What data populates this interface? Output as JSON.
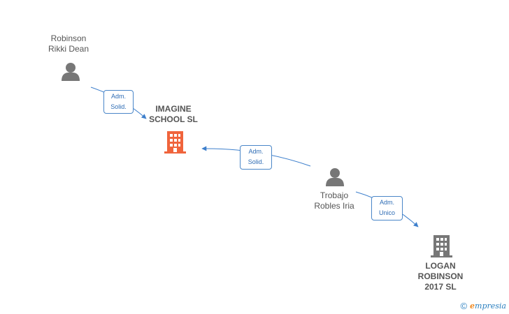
{
  "nodes": {
    "robinson": {
      "name": "Robinson\nRikki Dean",
      "type": "person"
    },
    "imagine": {
      "name": "IMAGINE\nSCHOOL  SL",
      "type": "company",
      "highlight": true
    },
    "trobajo": {
      "name": "Trobajo\nRobles Iria",
      "type": "person"
    },
    "logan": {
      "name": "LOGAN\nROBINSON\n2017  SL",
      "type": "company"
    }
  },
  "edges": [
    {
      "from": "robinson",
      "to": "imagine",
      "label_line1": "Adm.",
      "label_line2": "Solid."
    },
    {
      "from": "trobajo",
      "to": "imagine",
      "label_line1": "Adm.",
      "label_line2": "Solid."
    },
    {
      "from": "trobajo",
      "to": "logan",
      "label_line1": "Adm.",
      "label_line2": "Unico"
    }
  ],
  "colors": {
    "person_icon": "#777777",
    "company_icon": "#777777",
    "company_highlight": "#f0643c",
    "edge": "#3d7fcc"
  },
  "footer": {
    "copyright": "©",
    "brand_initial": "e",
    "brand_rest": "mpresia"
  }
}
